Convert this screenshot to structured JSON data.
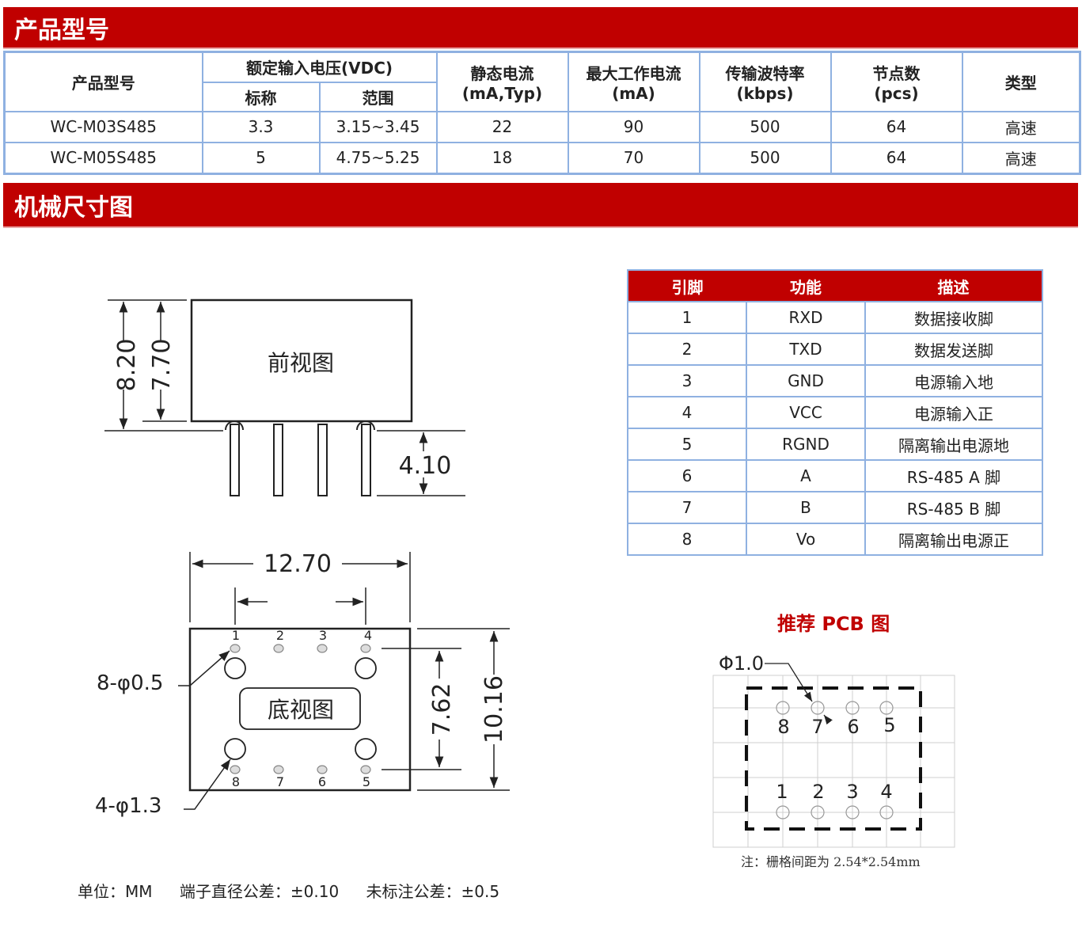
{
  "sections": {
    "product_model": "产品型号",
    "mechanical": "机械尺寸图"
  },
  "spec_table": {
    "headers": {
      "model": "产品型号",
      "input_voltage": "额定输入电压(VDC)",
      "nominal": "标称",
      "range": "范围",
      "static_current_1": "静态电流",
      "static_current_2": "(mA,Typ)",
      "max_current_1": "最大工作电流",
      "max_current_2": "(mA)",
      "baud_1": "传输波特率",
      "baud_2": "(kbps)",
      "nodes_1": "节点数",
      "nodes_2": "(pcs)",
      "type": "类型"
    },
    "rows": [
      {
        "model": "WC-M03S485",
        "nominal": "3.3",
        "range": "3.15~3.45",
        "static": "22",
        "max": "90",
        "baud": "500",
        "nodes": "64",
        "type": "高速"
      },
      {
        "model": "WC-M05S485",
        "nominal": "5",
        "range": "4.75~5.25",
        "static": "18",
        "max": "70",
        "baud": "500",
        "nodes": "64",
        "type": "高速"
      }
    ]
  },
  "front_view": {
    "label": "前视图",
    "dim_total_height": "8.20",
    "dim_body_height": "7.70",
    "dim_pin_length": "4.10"
  },
  "bottom_view": {
    "label": "底视图",
    "dim_width": "12.70",
    "dim_height_outer": "10.16",
    "dim_height_pins": "7.62",
    "pin_hole_label": "8-φ0.5",
    "mount_hole_label": "4-φ1.3",
    "pins_top": [
      "1",
      "2",
      "3",
      "4"
    ],
    "pins_bottom": [
      "8",
      "7",
      "6",
      "5"
    ]
  },
  "pin_table": {
    "headers": [
      "引脚",
      "功能",
      "描述"
    ],
    "rows": [
      [
        "1",
        "RXD",
        "数据接收脚"
      ],
      [
        "2",
        "TXD",
        "数据发送脚"
      ],
      [
        "3",
        "GND",
        "电源输入地"
      ],
      [
        "4",
        "VCC",
        "电源输入正"
      ],
      [
        "5",
        "RGND",
        "隔离输出电源地"
      ],
      [
        "6",
        "A",
        "RS-485 A 脚"
      ],
      [
        "7",
        "B",
        "RS-485 B 脚"
      ],
      [
        "8",
        "Vo",
        "隔离输出电源正"
      ]
    ]
  },
  "pcb": {
    "title": "推荐 PCB 图",
    "hole_label": "Φ1.0",
    "pins_top": [
      "8",
      "7",
      "6",
      "5"
    ],
    "pins_bottom": [
      "1",
      "2",
      "3",
      "4"
    ],
    "note": "注：栅格间距为 2.54*2.54mm"
  },
  "notes": {
    "unit": "单位：MM",
    "pin_tolerance": "端子直径公差：±0.10",
    "general_tolerance": "未标注公差：±0.5"
  },
  "colors": {
    "banner": "#c00000",
    "table_border": "#8fb1e1",
    "pcb_title": "#c00000"
  }
}
